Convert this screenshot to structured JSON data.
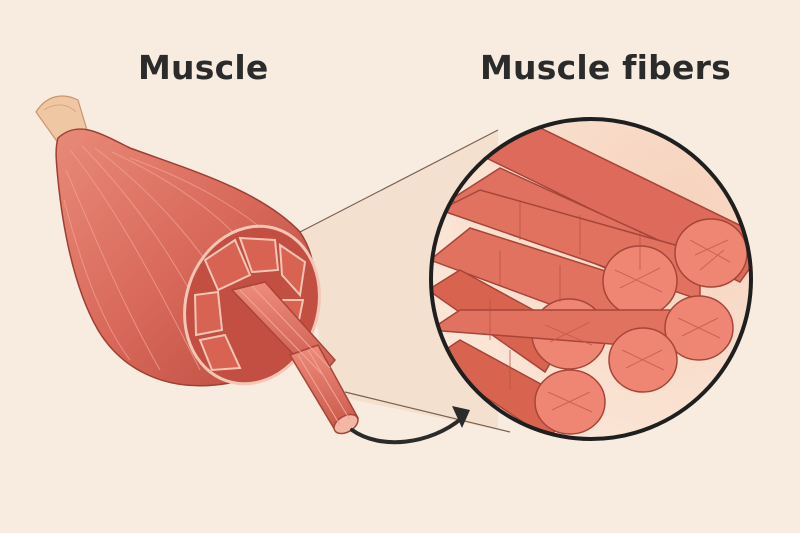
{
  "diagram": {
    "labels": {
      "muscle": "Muscle",
      "fibers": "Muscle fibers"
    },
    "colors": {
      "background": "#f8ece0",
      "muscle": "#d9695a",
      "muscle_dark": "#b84a3e",
      "tendon": "#f0c7a3",
      "fiber": "#e57a6a",
      "fiber_end": "#ee8a78",
      "outline": "#2b2b2b"
    },
    "icons": {
      "pointer": "curved-arrow-icon",
      "zoom": "magnifier-circle"
    }
  }
}
